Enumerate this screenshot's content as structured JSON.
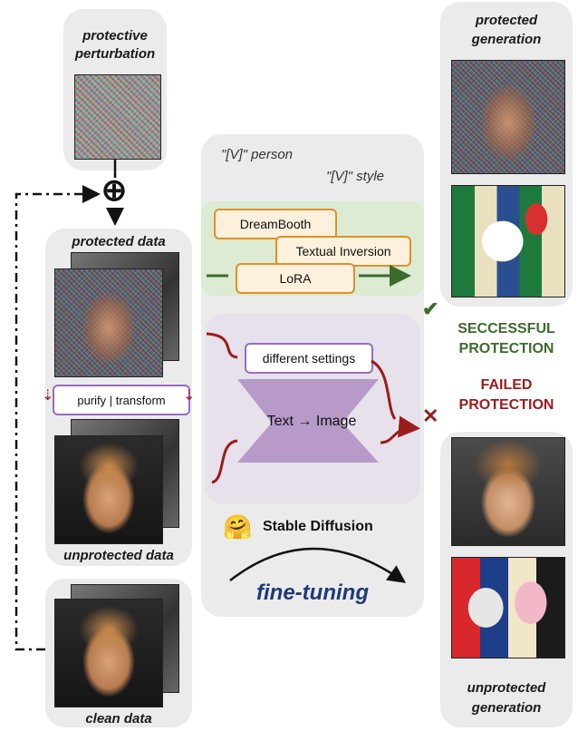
{
  "left": {
    "perturbation_label_1": "protective",
    "perturbation_label_2": "perturbation",
    "protected_label": "protected data",
    "unprotected_label": "unprotected data",
    "clean_label": "clean data",
    "purify_box": "purify | transform",
    "add_symbol": "⊕"
  },
  "middle": {
    "prompt_person": "\"[V]\" person",
    "prompt_style": "\"[V]\" style",
    "methods": [
      "DreamBooth",
      "Textual Inversion",
      "LoRA"
    ],
    "settings_box": "different settings",
    "model_text": "Text  →  Image",
    "sd_emoji": "🤗",
    "sd_label": "Stable Diffusion",
    "finetune_label": "fine-tuning"
  },
  "right": {
    "protected_gen_1": "protected",
    "protected_gen_2": "generation",
    "unprotected_gen_1": "unprotected",
    "unprotected_gen_2": "generation",
    "success_1": "SECCESSFUL",
    "success_2": "PROTECTION",
    "fail_1": "FAILED",
    "fail_2": "PROTECTION",
    "check": "✔",
    "cross": "✕"
  },
  "colors": {
    "panel": "#ebebeb",
    "lora_panel": "#dcebd2",
    "model_panel": "#e6e1ea",
    "success": "#3d6b2e",
    "fail": "#9b1c1c",
    "finetune": "#1d3a7a",
    "method_border": "#e0902a",
    "setting_border": "#9a6cc0",
    "trapezoid": "#b79ac8"
  }
}
